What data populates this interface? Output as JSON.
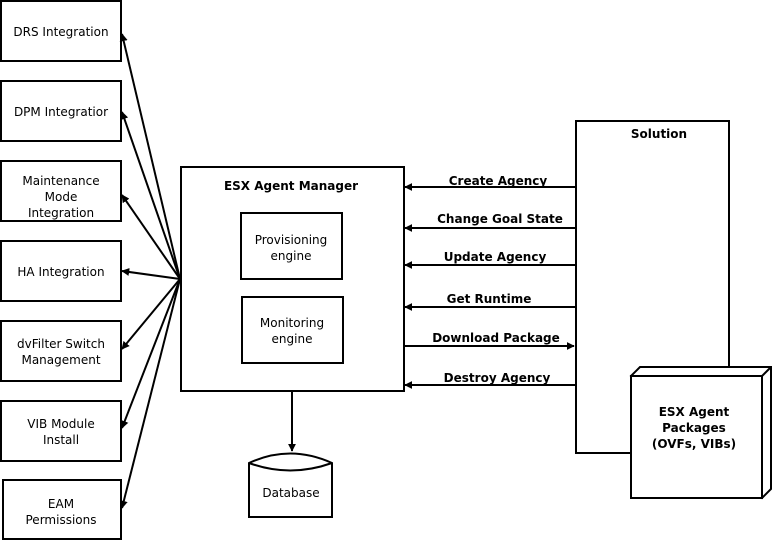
{
  "left_boxes": [
    {
      "lines": [
        "DRS Integration"
      ]
    },
    {
      "lines": [
        "DPM Integratior"
      ]
    },
    {
      "lines": [
        "Maintenance",
        "Mode",
        "Integration"
      ]
    },
    {
      "lines": [
        "HA Integration"
      ]
    },
    {
      "lines": [
        "dvFilter Switch",
        "Management"
      ]
    },
    {
      "lines": [
        "VIB Module",
        "Install"
      ]
    },
    {
      "lines": [
        "EAM",
        "Permissions"
      ]
    }
  ],
  "manager": {
    "title": "ESX Agent Manager",
    "provisioning": [
      "Provisioning",
      "engine"
    ],
    "monitoring": [
      "Monitoring",
      "engine"
    ]
  },
  "database": {
    "label": "Database"
  },
  "solution": {
    "title": "Solution"
  },
  "packages": {
    "lines": [
      "ESX Agent",
      "Packages",
      "(OVFs, VIBs)"
    ]
  },
  "arrows": [
    {
      "label": "Create Agency"
    },
    {
      "label": "Change Goal State"
    },
    {
      "label": "Update Agency"
    },
    {
      "label": "Get Runtime"
    },
    {
      "label": "Download Package"
    },
    {
      "label": "Destroy Agency"
    }
  ]
}
